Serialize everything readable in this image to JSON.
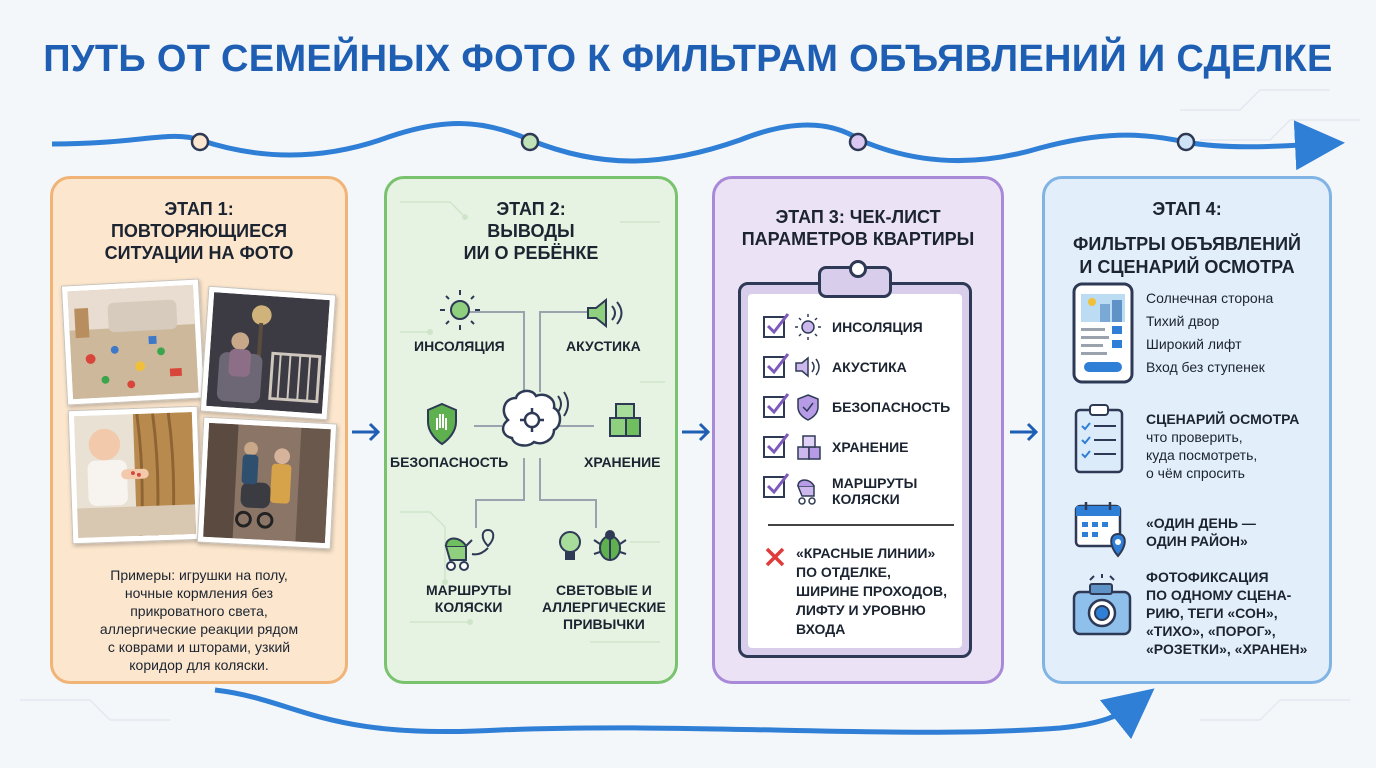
{
  "title": "ПУТЬ ОТ СЕМЕЙНЫХ ФОТО К ФИЛЬТРАМ ОБЪЯВЛЕНИЙ И СДЕЛКЕ",
  "stage1": {
    "title_lines": [
      "ЭТАП 1:",
      "ПОВТОРЯЮЩИЕСЯ",
      "СИТУАЦИИ НА ФОТО"
    ],
    "examples_lines": [
      "Примеры: игрушки на полу,",
      "ночные кормления без",
      "прикроватного света,",
      "аллергические реакции рядом",
      "с коврами и шторами, узкий",
      "коридор для коляски."
    ]
  },
  "stage2": {
    "title_lines": [
      "ЭТАП 2:",
      "ВЫВОДЫ",
      "ИИ О РЕБЁНКЕ"
    ],
    "insolation": "ИНСОЛЯЦИЯ",
    "acoustics": "АКУСТИКА",
    "safety": "БЕЗОПАСНОСТЬ",
    "storage": "ХРАНЕНИЕ",
    "stroller_lines": [
      "МАРШРУТЫ",
      "КОЛЯСКИ"
    ],
    "light_lines": [
      "СВЕТОВЫЕ И",
      "АЛЛЕРГИЧЕСКИЕ",
      "ПРИВЫЧКИ"
    ]
  },
  "stage3": {
    "title_lines": [
      "ЭТАП 3: ЧЕК-ЛИСТ",
      "ПАРАМЕТРОВ КВАРТИРЫ"
    ],
    "items": [
      {
        "label_lines": [
          "ИНСОЛЯЦИЯ"
        ],
        "icon": "sun-icon"
      },
      {
        "label_lines": [
          "АКУСТИКА"
        ],
        "icon": "speaker-icon"
      },
      {
        "label_lines": [
          "БЕЗОПАСНОСТЬ"
        ],
        "icon": "shield-icon"
      },
      {
        "label_lines": [
          "ХРАНЕНИЕ"
        ],
        "icon": "boxes-icon"
      },
      {
        "label_lines": [
          "МАРШРУТЫ",
          "КОЛЯСКИ"
        ],
        "icon": "stroller-icon"
      }
    ],
    "red_lines": [
      "«КРАСНЫЕ ЛИНИИ»",
      "ПО ОТДЕЛКЕ,",
      "ШИРИНЕ ПРОХОДОВ,",
      "ЛИФТУ И УРОВНЮ",
      "ВХОДА"
    ]
  },
  "stage4": {
    "title_lines": [
      "ЭТАП 4:",
      "ФИЛЬТРЫ ОБЪЯВЛЕНИЙ",
      "И СЦЕНАРИЙ ОСМОТРА"
    ],
    "filters": [
      "Солнечная сторона",
      "Тихий двор",
      "Широкий лифт",
      "Вход без ступенек"
    ],
    "scenario_title": "СЦЕНАРИЙ ОСМОТРА",
    "scenario_lines": [
      "что проверить,",
      "куда посмотреть,",
      "о чём спросить"
    ],
    "day_lines": [
      "«ОДИН ДЕНЬ —",
      "ОДИН РАЙОН»"
    ],
    "photo_lines": [
      "ФОТОФИКСАЦИЯ",
      "ПО ОДНОМУ СЦЕНА-",
      "РИЮ, ТЕГИ «СОН»,",
      "«ТИХО», «ПОРОГ»,",
      "«РОЗЕТКИ», «ХРАНЕН»"
    ]
  },
  "colors": {
    "title": "#1e5fb4",
    "arrow": "#2f7fd6",
    "stage1": "#f0b476",
    "stage2": "#79c26e",
    "stage3": "#a98ad8",
    "stage4": "#7fb4e4",
    "check": "#7d5bb8",
    "cross": "#e03a3a"
  }
}
